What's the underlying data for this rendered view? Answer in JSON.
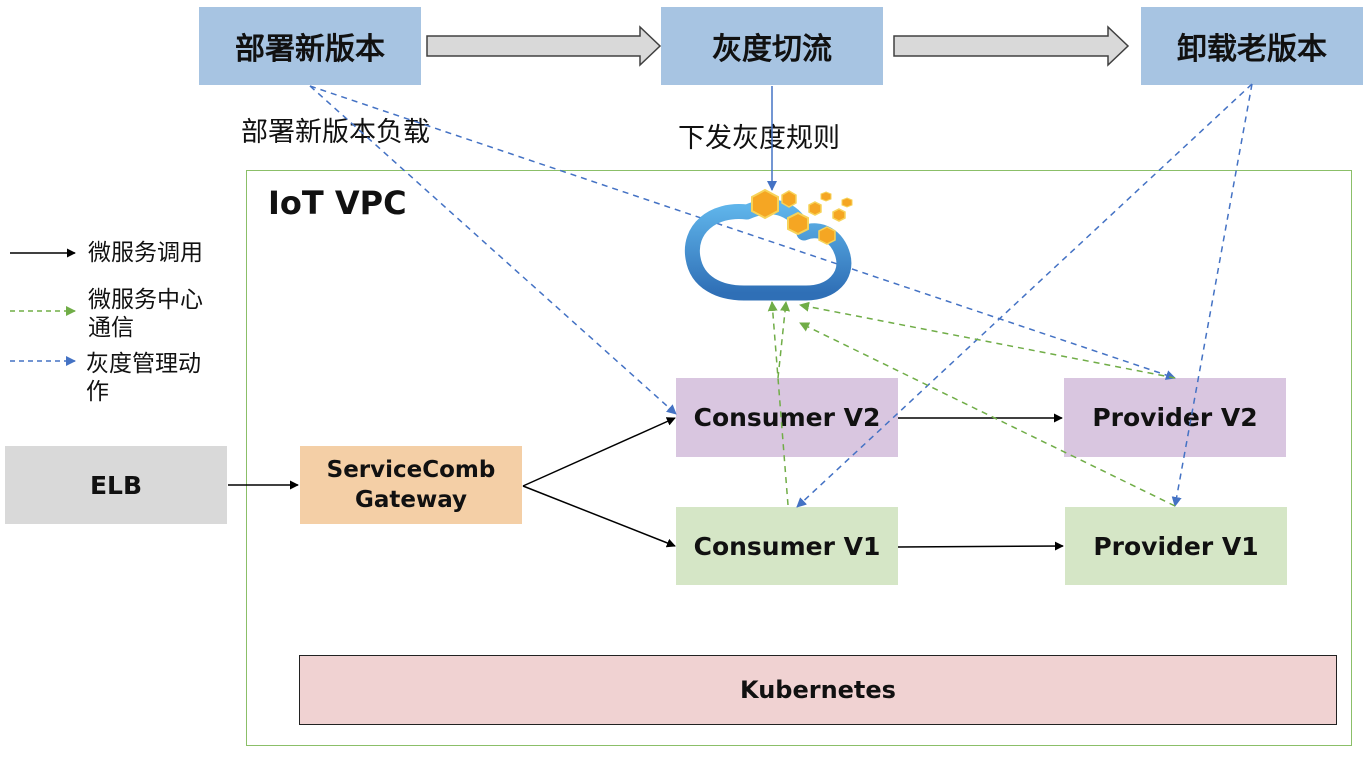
{
  "stages": {
    "deploy": "部署新版本",
    "gray_switch": "灰度切流",
    "uninstall": "卸载老版本"
  },
  "edge_labels": {
    "deploy_load": "部署新版本负载",
    "push_rules": "下发灰度规则"
  },
  "vpc": {
    "title": "IoT VPC"
  },
  "nodes": {
    "elb": "ELB",
    "gateway_line1": "ServiceComb",
    "gateway_line2": "Gateway",
    "consumer_v2": "Consumer V2",
    "consumer_v1": "Consumer V1",
    "provider_v2": "Provider V2",
    "provider_v1": "Provider V1",
    "kubernetes": "Kubernetes"
  },
  "legend": {
    "call": "微服务调用",
    "center_line1": "微服务中心",
    "center_line2": "通信",
    "gray_line1": "灰度管理动",
    "gray_line2": "作"
  },
  "colors": {
    "stage_fill": "#a7c4e2",
    "v2_fill": "#d9c6e0",
    "v1_fill": "#d5e6c6",
    "gateway_fill": "#f4cfa6",
    "elb_fill": "#d9d9d9",
    "kubernetes_fill": "#f0d2d2",
    "center_comm_arrow": "#70ad47",
    "gray_action_arrow": "#4472c4",
    "call_arrow": "#000000"
  },
  "icons": {
    "registry": "cloud-hexagon-icon"
  }
}
